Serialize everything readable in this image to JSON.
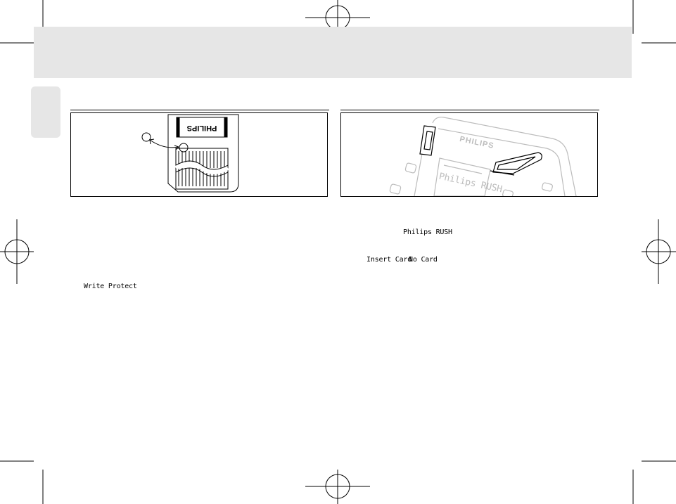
{
  "left_panel": {
    "card_brand": "PHILIPS"
  },
  "right_panel": {
    "device_brand": "PHILIPS",
    "screen_text": "Philips RUSH"
  },
  "body_text": {
    "lcd_philips_rush": "Philips RUSH",
    "lcd_insert_card": "Insert Card",
    "lcd_no_card": "No Card",
    "lcd_write_protect": "Write Protect"
  }
}
